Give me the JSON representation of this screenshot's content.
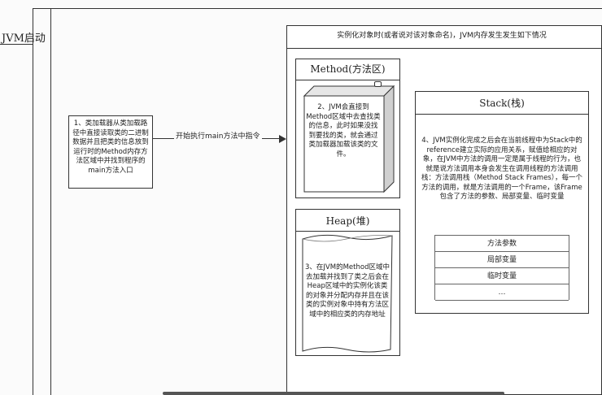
{
  "lane": {
    "label": "JVM启动"
  },
  "step1": {
    "text": "1、类加载器从类加载路径中直接读取类的二进制数据并且把类的信息放到运行时的Method内存方法区域中并找到程序的main方法入口"
  },
  "arrow": {
    "label": "开始执行main方法中指令"
  },
  "container": {
    "title": "实例化对象时(或者说对该对象命名)，JVM内存发生发生如下情况"
  },
  "method_area": {
    "title": "Method(方法区)",
    "text": "2、JVM会直接到Method区域中去查找类的信息，此时如果没找到要找的类，就会通过类加载器加载该类的文件。"
  },
  "heap_area": {
    "title": "Heap(堆)",
    "text": "3、在JVM的Method区域中去加载并找到了类之后会在Heap区域中的实例化该类的对象并分配内存并且在该类的实例对象中持有方法区域中的相应类的内存地址"
  },
  "stack_area": {
    "title": "Stack(栈)",
    "text": "4、JVM实例化完成之后会在当前线程中为Stack中的reference建立实际的应用关系，赋值给相应的对象，在JVM中方法的调用一定是属于线程的行为，也就是说方法调用本身会发生在调用线程的方法调用栈：方法调用栈（Method Stack Frames），每一个方法的调用，就是方法调用的一个Frame，该Frame包含了方法的参数、局部变量、临时变量",
    "rows": [
      "方法参数",
      "局部变量",
      "临时变量",
      "…"
    ]
  }
}
